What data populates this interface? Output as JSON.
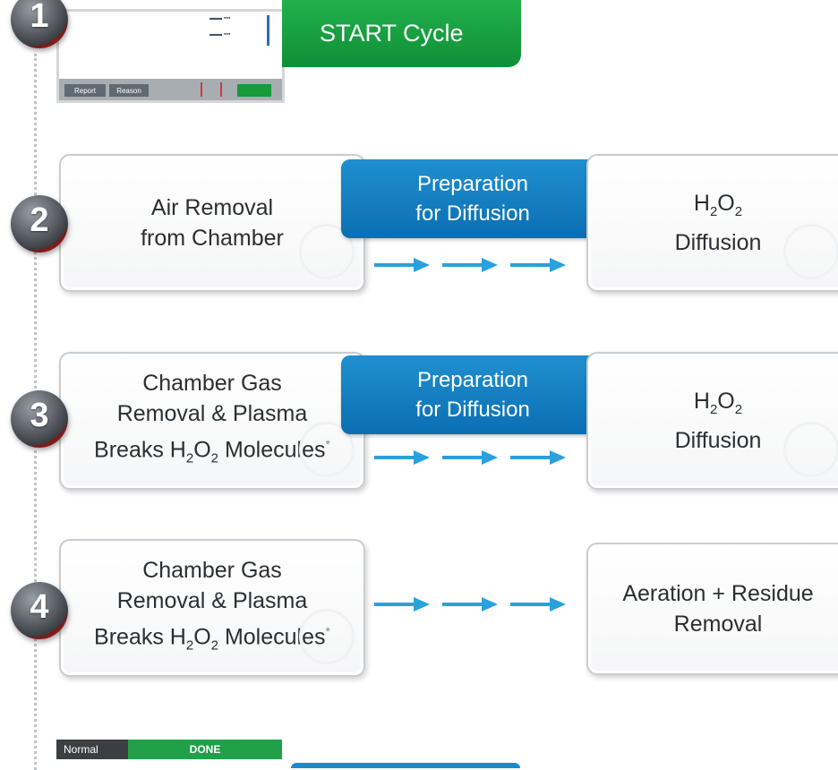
{
  "steps": [
    {
      "number": "1",
      "label": "START Cycle"
    },
    {
      "number": "2",
      "left_box": [
        "Air Removal",
        "from Chamber"
      ],
      "middle_box": [
        "Preparation",
        "for Diffusion"
      ],
      "right_box": {
        "h": "H",
        "two1": "2",
        "o": "O",
        "two2": "2",
        "line2": "Diffusion"
      }
    },
    {
      "number": "3",
      "left_box": {
        "line1": "Chamber Gas",
        "line2": "Removal & Plasma",
        "line3_pre": "Breaks H",
        "sub1": "2",
        "mid": "O",
        "sub2": "2",
        "post": " Molecules",
        "star": "*"
      },
      "middle_box": [
        "Preparation",
        "for Diffusion"
      ],
      "right_box": {
        "h": "H",
        "two1": "2",
        "o": "O",
        "two2": "2",
        "line2": "Diffusion"
      }
    },
    {
      "number": "4",
      "left_box": {
        "line1": "Chamber Gas",
        "line2": "Removal & Plasma",
        "line3_pre": "Breaks H",
        "sub1": "2",
        "mid": "O",
        "sub2": "2",
        "post": " Molecules",
        "star": "*"
      },
      "right_box": [
        "Aeration + Residue",
        "Removal"
      ]
    }
  ],
  "screen": {
    "btn1": "Report",
    "btn2": "Reason"
  },
  "status_bar": {
    "normal": "Normal",
    "done": "DONE"
  },
  "colors": {
    "accent_blue": "#0b6fb2",
    "arrow_blue": "#2aa0dc",
    "start_green": "#0f8f37",
    "badge_red": "#b3231d"
  }
}
